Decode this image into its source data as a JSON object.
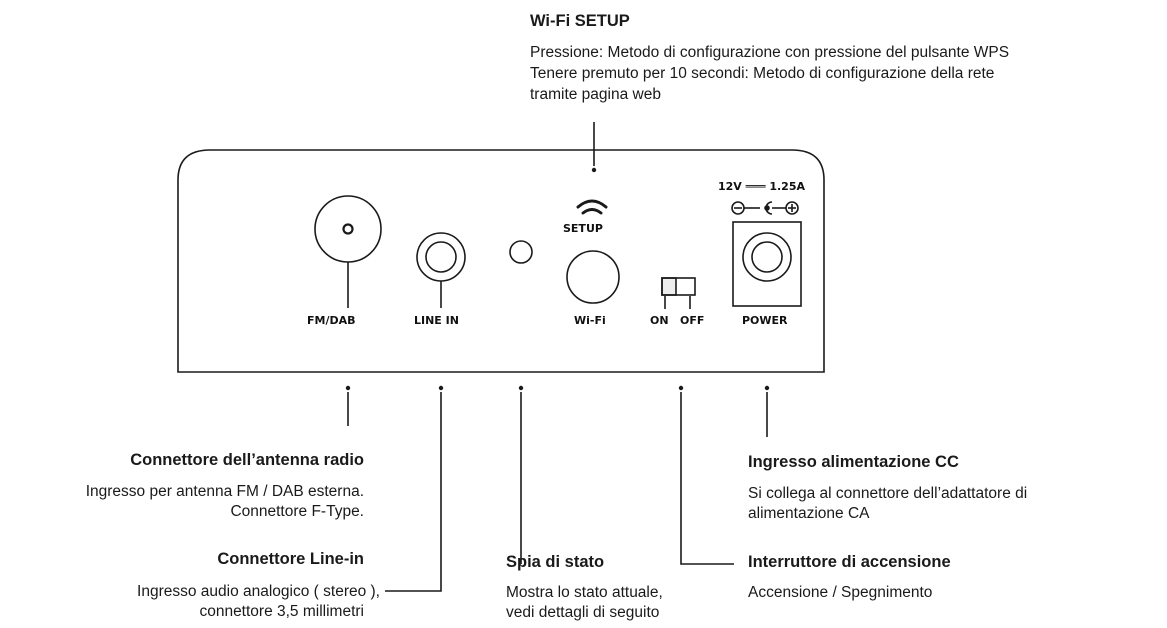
{
  "wifi_setup": {
    "title": "Wi-Fi SETUP",
    "line1": "Pressione: Metodo di configurazione con pressione del pulsante WPS",
    "line2": "Tenere premuto per 10 secondi: Metodo di configurazione della rete",
    "line3": "tramite pagina web"
  },
  "panel": {
    "fm_dab": "FM/DAB",
    "line_in": "LINE IN",
    "setup": "SETUP",
    "wifi": "Wi-Fi",
    "on": "ON",
    "off": "OFF",
    "power": "POWER",
    "rating": "12V ═══ 1.25A"
  },
  "antenna": {
    "title": "Connettore dell’antenna radio",
    "line1": "Ingresso per antenna FM / DAB esterna.",
    "line2": "Connettore F-Type."
  },
  "line_in": {
    "title": "Connettore Line-in",
    "line1": "Ingresso audio analogico ( stereo ),",
    "line2": "connettore 3,5 millimetri"
  },
  "status": {
    "title": "Spia di stato",
    "line1": "Mostra lo stato attuale,",
    "line2": "vedi dettagli di seguito"
  },
  "power_switch": {
    "title": "Interruttore di accensione",
    "line1": "Accensione / Spegnimento"
  },
  "dc_input": {
    "title": "Ingresso alimentazione CC",
    "line1": "Si collega al connettore dell’adattatore di",
    "line2": "alimentazione CA"
  }
}
